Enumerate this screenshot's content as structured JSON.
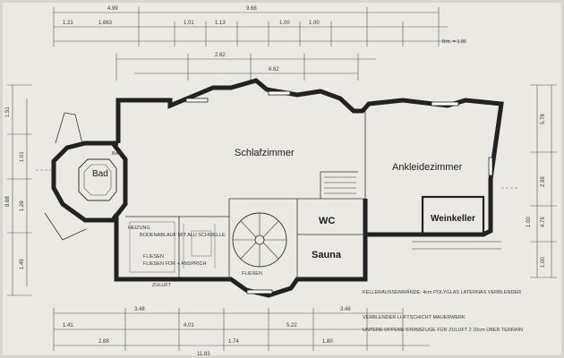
{
  "rooms": {
    "schlafzimmer": "Schlafzimmer",
    "ankleidezimmer": "Ankleidezimmer",
    "bad": "Bad",
    "wc": "WC",
    "sauna": "Sauna",
    "weinkeller": "Weinkeller",
    "heizung": "HEIZUNG",
    "fliesen_vorraum": "FLIESEN",
    "fliesen_treppe": "FLIESEN"
  },
  "dimensions_top": [
    "4.99",
    "9.68",
    "1.21",
    "1.863",
    "1.01",
    "1.13",
    "1.00",
    "1.00",
    "2.62",
    "6.62"
  ],
  "dimensions_bottom": [
    "3.48",
    "3.48",
    "1.41",
    "2.88",
    "4.01",
    "5.22",
    "1.74",
    "1.80",
    "11.83"
  ],
  "dimensions_left": [
    "1.51",
    "8.68",
    "1.01",
    "1.26",
    "1.49"
  ],
  "dimensions_right": [
    "5.78",
    "2.99",
    "1.00",
    "4.79",
    "1.00"
  ],
  "notes": {
    "note_keller": "KELLERAUSSENWÄNDE: 4cm POLYGLAS LATERNAS VERBLENDER",
    "note_verblender": "VERBLENDER LUFTSCHICHT MAUERWERK",
    "note_fuge": "UNTERE OFFENE STOSSFUGE FÜR ZULUFT 2 10cm ÜBER TERRAIN",
    "note_heizung": "BODENABLAUF MIT ALU SCHWELLE",
    "note_fliesen_vorraum": "FLIESEN FOR + ANSPRICH",
    "note_zuluft": "ZULUFT",
    "note_window": "Brh. = 1.00",
    "note_bad": "BAD"
  }
}
